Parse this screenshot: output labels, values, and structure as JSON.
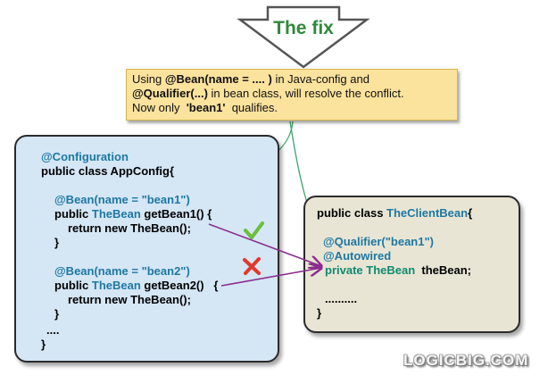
{
  "banner": {
    "label": "The fix",
    "colors": {
      "fill": "#ffffff",
      "border": "#555555",
      "text": "#2e8a3a"
    }
  },
  "note": {
    "line1_prefix": "Using ",
    "line1_bold": "@Bean(name = .... )",
    "line1_suffix": " in Java-config and",
    "line2_bold": "@Qualifier(...)",
    "line2_suffix": " in bean class, will resolve the conflict.",
    "line3_prefix": "Now only  ",
    "line3_bold": "'bean1'",
    "line3_suffix": "  qualifies."
  },
  "config": {
    "annotation": "@Configuration",
    "class_decl": "public class AppConfig{",
    "bean1_annotation": "@Bean(name = \"bean1\")",
    "m1_prefix": "public ",
    "m1_type": "TheBean",
    "m1_suffix": " getBean1() {",
    "m1_return": "return new TheBean();",
    "m1_close": "}",
    "bean2_annotation": "@Bean(name = \"bean2\")",
    "m2_prefix": "public ",
    "m2_type": "TheBean",
    "m2_suffix": " getBean2()   {",
    "m2_return": "return new TheBean();",
    "m2_close": "}",
    "ellipsis": "....",
    "class_close": "}"
  },
  "client": {
    "class_prefix": "public class ",
    "class_type": "TheClientBean",
    "class_suffix": "{",
    "qualifier": "@Qualifier(\"bean1\")",
    "autowired": "@Autowired",
    "field_prefix": "private ",
    "field_type": "TheBean",
    "field_suffix": "  theBean;",
    "ellipsis": "..........",
    "class_close": "}"
  },
  "markers": {
    "bean1": "check-icon",
    "bean2": "cross-icon",
    "check_color": "#6bbf3a",
    "cross_color": "#e03a2a"
  },
  "colors": {
    "config_bg": "#d5e6f5",
    "client_bg": "#e8e5d4",
    "note_bg": "#fbe29d",
    "annotation": "#1d78a3",
    "qualified_field": "#0f8a70",
    "connector_note": "#3aa56a",
    "connector_bean": "#8a2b8e"
  },
  "watermark": "LOGICBIG.COM"
}
